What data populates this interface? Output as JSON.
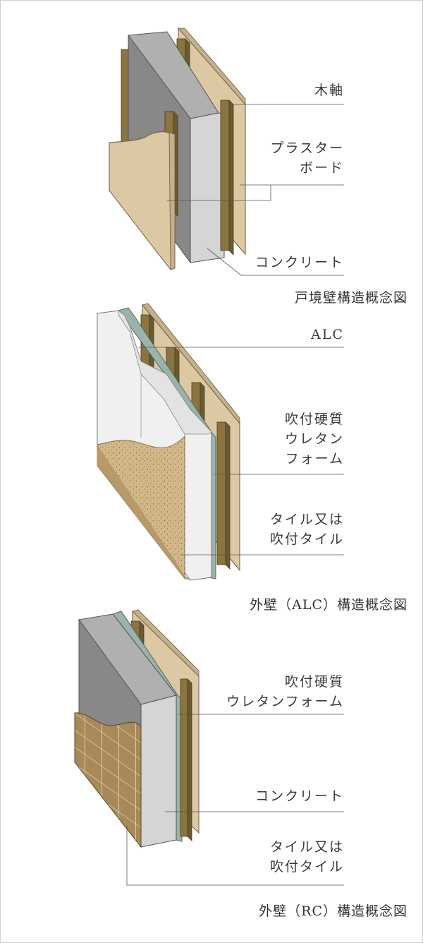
{
  "sections": [
    {
      "caption": "戸境壁構造概念図",
      "labels": {
        "stud": "木軸",
        "plaster_1": "プラスター",
        "plaster_2": "ボード",
        "concrete": "コンクリート"
      }
    },
    {
      "caption": "外壁（ALC）構造概念図",
      "labels": {
        "alc": "ALC",
        "urethane_1": "吹付硬質",
        "urethane_2": "ウレタン",
        "urethane_3": "フォーム",
        "tile_1": "タイル又は",
        "tile_2": "吹付タイル"
      }
    },
    {
      "caption": "外壁（RC）構造概念図",
      "labels": {
        "urethane_1": "吹付硬質",
        "urethane_2": "ウレタンフォーム",
        "concrete": "コンクリート",
        "tile_1": "タイル又は",
        "tile_2": "吹付タイル"
      }
    }
  ],
  "colors": {
    "stud": "#8a7440",
    "stud_dark": "#6a5a30",
    "board": "#dcc8a3",
    "board_dark": "#c5b089",
    "concrete_front": "#d5d5d5",
    "concrete_side": "#888888",
    "concrete_top": "#b0b0b0",
    "alc": "#f0f0f0",
    "urethane": "#9bb3ab",
    "sand": "#d4b98a",
    "tile": "#a88a5a"
  }
}
